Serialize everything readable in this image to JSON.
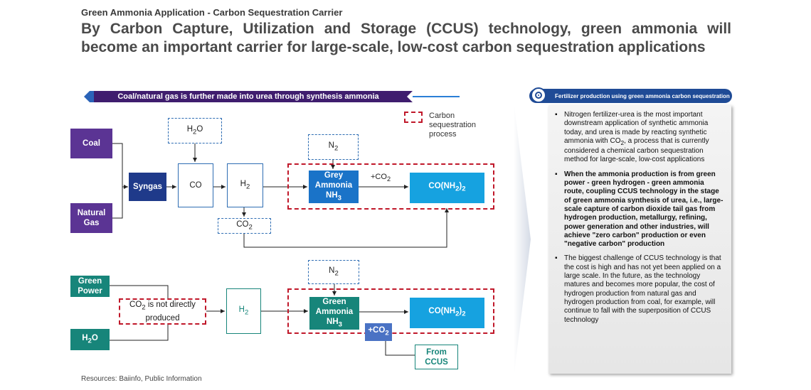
{
  "header": {
    "subtitle": "Green Ammonia Application - Carbon Sequestration Carrier",
    "title": "By Carbon Capture, Utilization and Storage (CCUS) technology, green ammonia will become an important carrier for large-scale, low-cost carbon sequestration applications"
  },
  "diagram": {
    "banner": "Coal/natural gas is further made into urea through synthesis ammonia",
    "legend": "Carbon sequestration process",
    "top": {
      "coal": "Coal",
      "natural_gas": "Natural Gas",
      "syngas": "Syngas",
      "h2o_base": "H",
      "h2o_sub": "2",
      "h2o_tail": "O",
      "co": "CO",
      "h2_base": "H",
      "h2_sub": "2",
      "co2_base": "CO",
      "co2_sub": "2",
      "n2_base": "N",
      "n2_sub": "2",
      "grey_ammonia_l1": "Grey",
      "grey_ammonia_l2": "Ammonia",
      "nh3_base": "NH",
      "nh3_sub": "3",
      "plus_co2_base": "+CO",
      "plus_co2_sub": "2",
      "urea_base": "CO(NH",
      "urea_sub": "2",
      "urea_tail": ")",
      "urea_sub2": "2"
    },
    "bottom": {
      "green_power": "Green Power",
      "h2o_base": "H",
      "h2o_sub": "2",
      "h2o_tail": "O",
      "co2_note_base": "CO",
      "co2_note_sub": "2",
      "co2_note_tail": " is not directly produced",
      "h2_base": "H",
      "h2_sub": "2",
      "n2_base": "N",
      "n2_sub": "2",
      "green_ammonia_l1": "Green",
      "green_ammonia_l2": "Ammonia",
      "nh3_base": "NH",
      "nh3_sub": "3",
      "urea_base": "CO(NH",
      "urea_sub": "2",
      "urea_tail": ")",
      "urea_sub2": "2",
      "plus_co2_base": "+CO",
      "plus_co2_sub": "2",
      "from_ccus": "From CCUS"
    }
  },
  "panel": {
    "header": "Fertilizer production using green ammonia carbon sequestration",
    "bullet1_a": "Nitrogen fertilizer-urea is the most important downstream application of synthetic ammonia today, and urea is made by reacting synthetic ammonia with CO",
    "bullet1_sub": "2",
    "bullet1_b": ", a process that is currently considered a chemical carbon sequestration method for large-scale, low-cost applications",
    "bullet2": "When the ammonia production is from green power - green hydrogen - green ammonia route, coupling CCUS technology in the stage of green ammonia synthesis of urea, i.e., large-scale capture of carbon dioxide tail gas from hydrogen production, metallurgy, refining, power generation and other industries, will achieve \"zero carbon\" production or even \"negative carbon\" production",
    "bullet3": "The biggest challenge of CCUS technology is that the cost is high and has not yet been applied on a large scale. In the future, as the technology matures and becomes more popular, the cost of hydrogen production from natural gas and hydrogen production from coal, for example, will continue to fall with the superposition of CCUS technology"
  },
  "footer": {
    "source": "Resources: Baiinfo, Public Information"
  },
  "colors": {
    "purple": "#5b3494",
    "navy": "#1f3a8a",
    "blue": "#1a73c8",
    "light_blue": "#16a2e0",
    "teal": "#17857a",
    "red_dash": "#c0182a"
  }
}
